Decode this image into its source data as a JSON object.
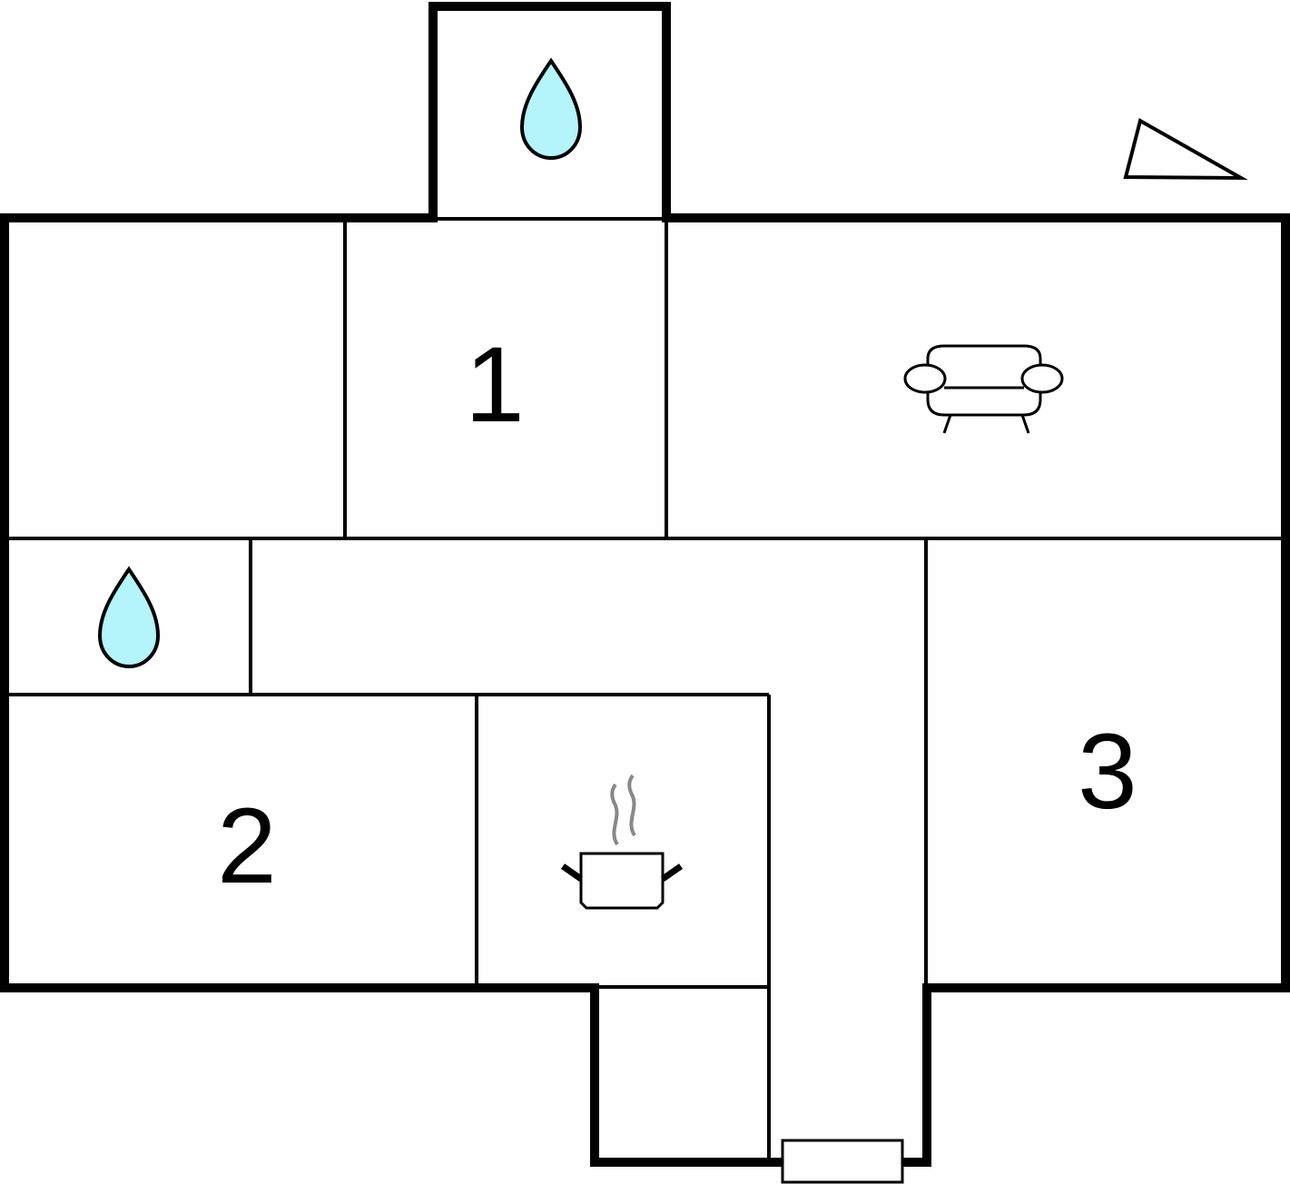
{
  "rooms": {
    "bedroom_1": {
      "label": "1"
    },
    "bedroom_2": {
      "label": "2"
    },
    "bedroom_3": {
      "label": "3"
    }
  },
  "icons": {
    "bathroom_top": "water-drop-icon",
    "bathroom_left": "water-drop-icon",
    "living_room": "sofa-icon",
    "kitchen": "cooking-pot-icon",
    "north": "compass-triangle-icon",
    "entrance": "door-icon"
  },
  "colors": {
    "wall": "#000000",
    "water": "#b3f5fa",
    "steam": "#888888"
  }
}
